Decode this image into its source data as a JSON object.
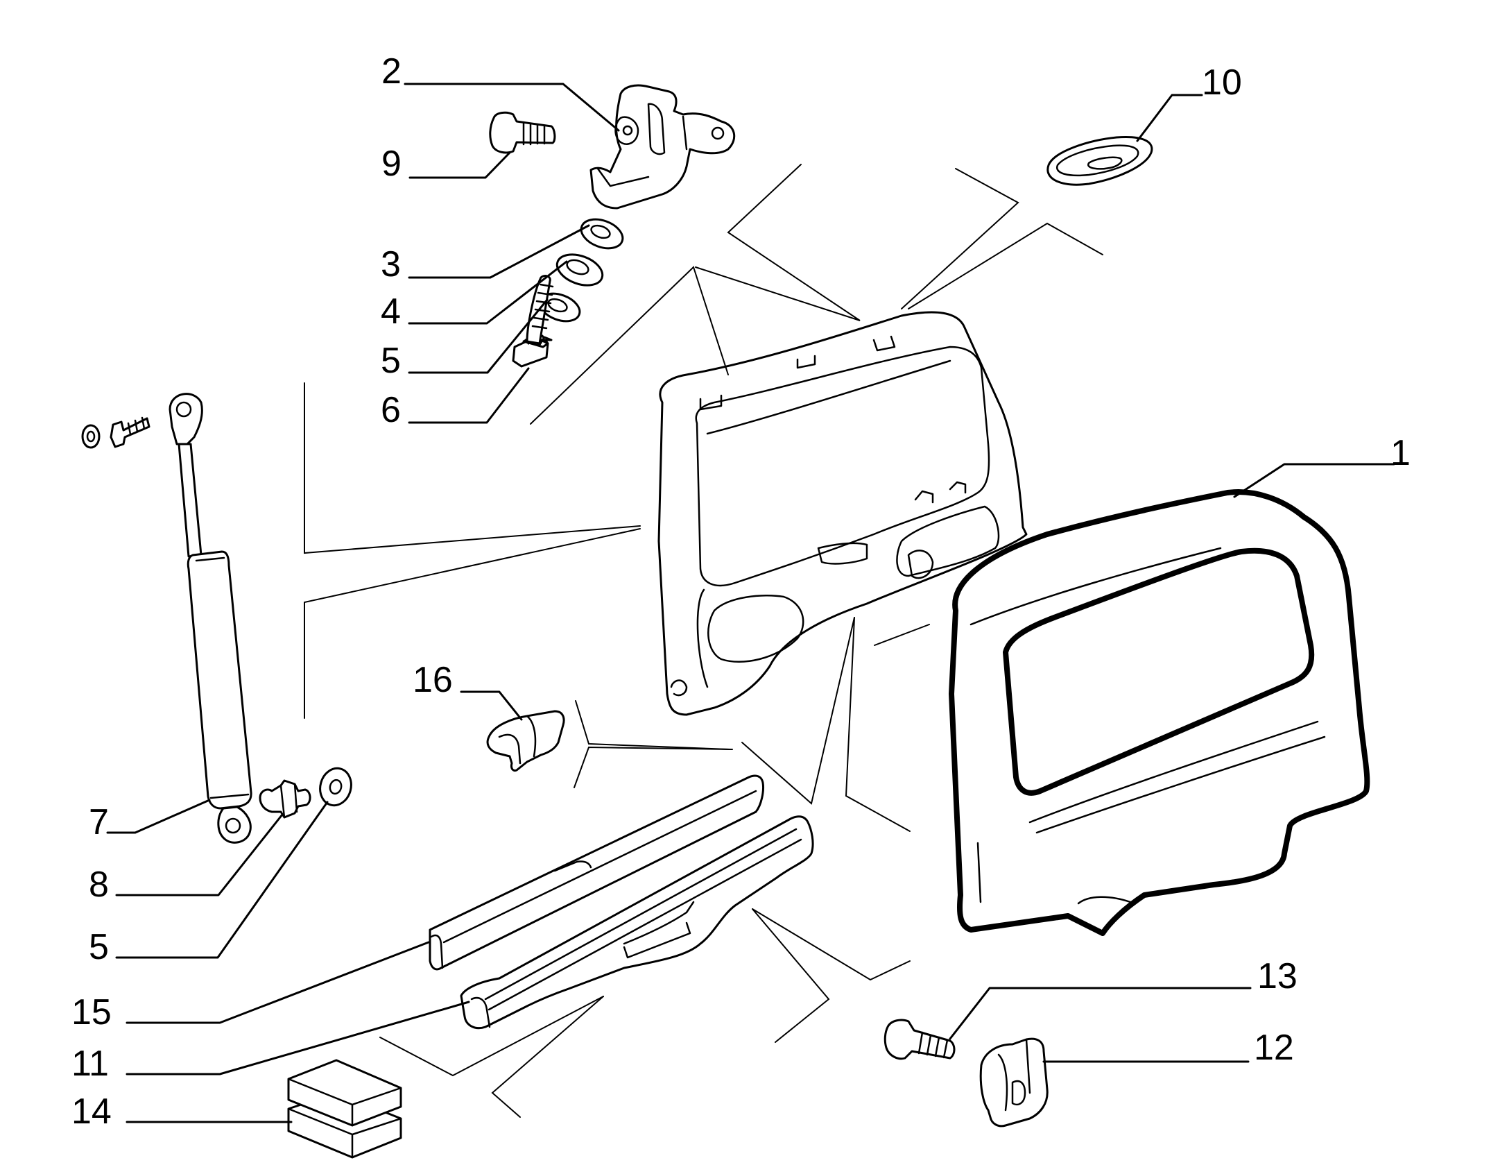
{
  "callouts": {
    "c1": "1",
    "c2": "2",
    "c3": "3",
    "c4": "4",
    "c5a": "5",
    "c5b": "5",
    "c6": "6",
    "c7": "7",
    "c8": "8",
    "c9": "9",
    "c10": "10",
    "c11": "11",
    "c12": "12",
    "c13": "13",
    "c14": "14",
    "c15": "15",
    "c16": "16"
  },
  "colors": {
    "line": "#000000",
    "background": "#ffffff"
  }
}
